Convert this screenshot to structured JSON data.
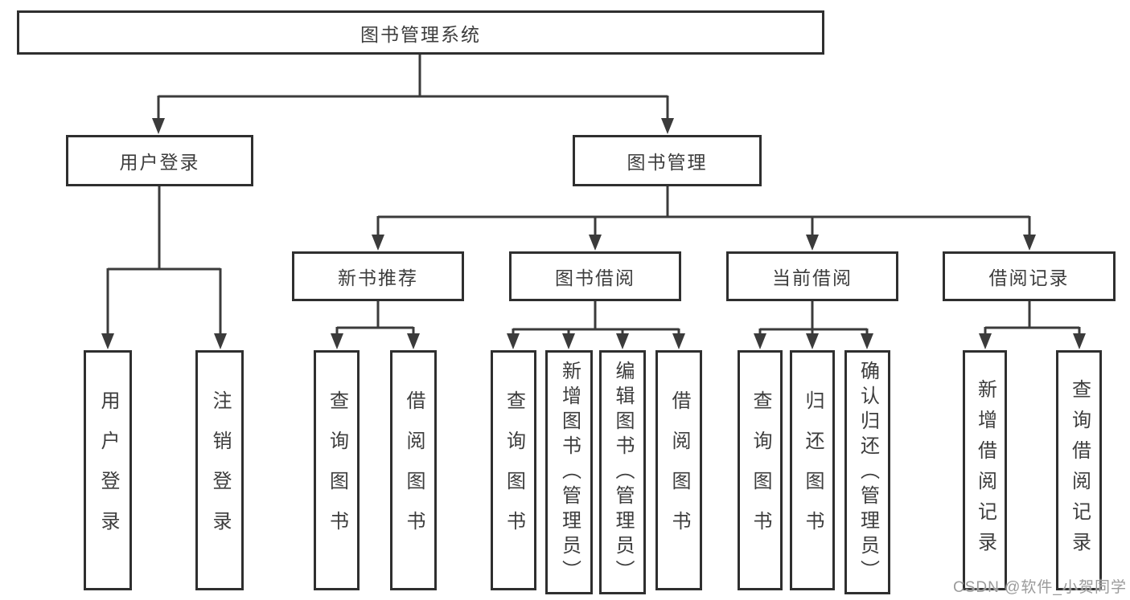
{
  "diagram": {
    "root": {
      "label": "图书管理系统"
    },
    "level2": [
      {
        "label": "用户登录"
      },
      {
        "label": "图书管理"
      }
    ],
    "level3": [
      {
        "label": "新书推荐"
      },
      {
        "label": "图书借阅"
      },
      {
        "label": "当前借阅"
      },
      {
        "label": "借阅记录"
      }
    ],
    "leaves": [
      {
        "label": "用户登录"
      },
      {
        "label": "注销登录"
      },
      {
        "label": "查询图书"
      },
      {
        "label": "借阅图书"
      },
      {
        "label": "查询图书"
      },
      {
        "label": "新增图书（管理员）"
      },
      {
        "label": "编辑图书（管理员）"
      },
      {
        "label": "借阅图书"
      },
      {
        "label": "查询图书"
      },
      {
        "label": "归还图书"
      },
      {
        "label": "确认归还（管理员）"
      },
      {
        "label": "新增借阅记录"
      },
      {
        "label": "查询借阅记录"
      }
    ]
  },
  "watermark": {
    "text": "CSDN @软件_小贺同学"
  },
  "colors": {
    "line": "#3b3b3b",
    "box_border": "#2f2f2f",
    "text": "#3d3d3d",
    "background": "#ffffff",
    "watermark": "#9b9b9b"
  }
}
